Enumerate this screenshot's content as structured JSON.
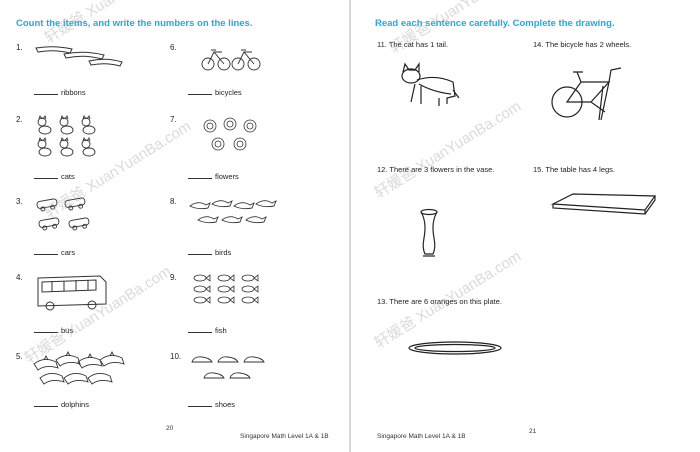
{
  "left_page": {
    "instruction": "Count the items, and write the numbers on the lines.",
    "items": [
      {
        "num": "1.",
        "label": "ribbons",
        "icon": "ribbon-icon"
      },
      {
        "num": "2.",
        "label": "cats",
        "icon": "cat-icon"
      },
      {
        "num": "3.",
        "label": "cars",
        "icon": "car-icon"
      },
      {
        "num": "4.",
        "label": "bus",
        "icon": "bus-icon"
      },
      {
        "num": "5.",
        "label": "dolphins",
        "icon": "dolphin-icon"
      },
      {
        "num": "6.",
        "label": "bicycles",
        "icon": "bicycle-icon"
      },
      {
        "num": "7.",
        "label": "flowers",
        "icon": "flower-icon"
      },
      {
        "num": "8.",
        "label": "birds",
        "icon": "bird-icon"
      },
      {
        "num": "9.",
        "label": "fish",
        "icon": "fish-icon"
      },
      {
        "num": "10.",
        "label": "shoes",
        "icon": "shoe-icon"
      }
    ],
    "page_number": "20",
    "footer": "Singapore Math Level 1A & 1B"
  },
  "right_page": {
    "instruction": "Read each sentence carefully. Complete the drawing.",
    "items": [
      {
        "num": "11.",
        "sentence": "The cat has 1 tail."
      },
      {
        "num": "12.",
        "sentence": "There are 3 flowers in the vase."
      },
      {
        "num": "13.",
        "sentence": "There are 6 oranges on this plate."
      },
      {
        "num": "14.",
        "sentence": "The bicycle has 2 wheels."
      },
      {
        "num": "15.",
        "sentence": "The table has 4 legs."
      }
    ],
    "page_number": "21",
    "footer": "Singapore Math Level 1A & 1B"
  },
  "watermark": "轩媛爸 XuanYuanBa.com",
  "colors": {
    "instruction": "#2aa8d6",
    "ink": "#222222"
  }
}
